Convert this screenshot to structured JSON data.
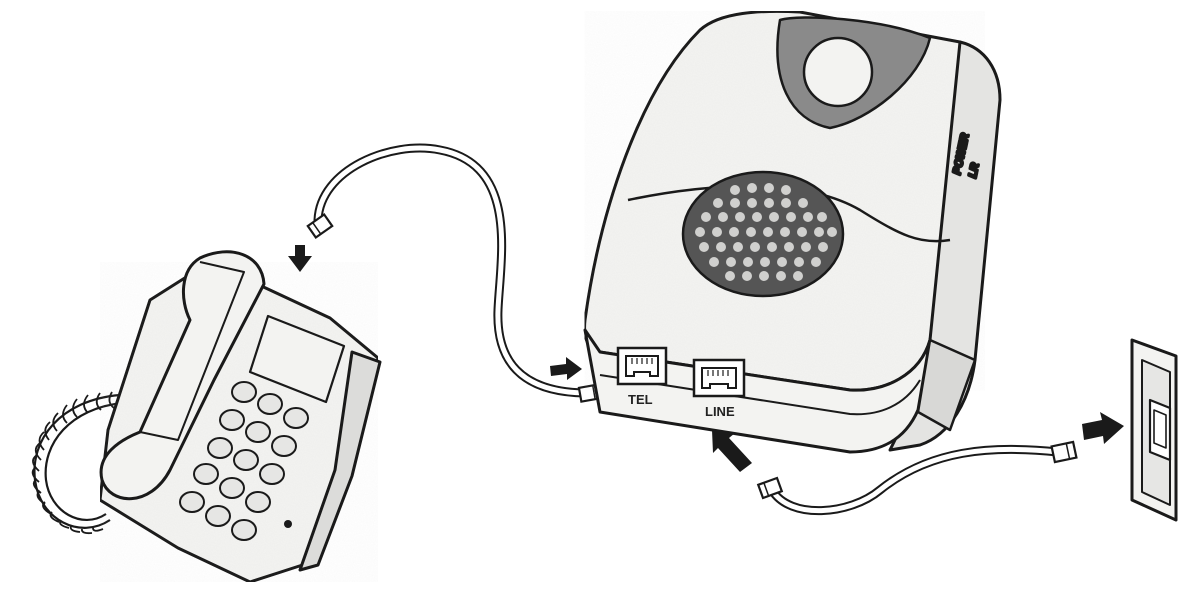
{
  "device": {
    "ports": {
      "tel_label": "TEL",
      "line_label": "LINE"
    },
    "side_text": "POWER",
    "logo_text": "LR"
  },
  "colors": {
    "line": "#1a1a1a",
    "body_fill": "#f3f3f1",
    "dark_fill": "#8a8a8a",
    "speaker_fill": "#555555",
    "arrow": "#1a1a1a"
  }
}
